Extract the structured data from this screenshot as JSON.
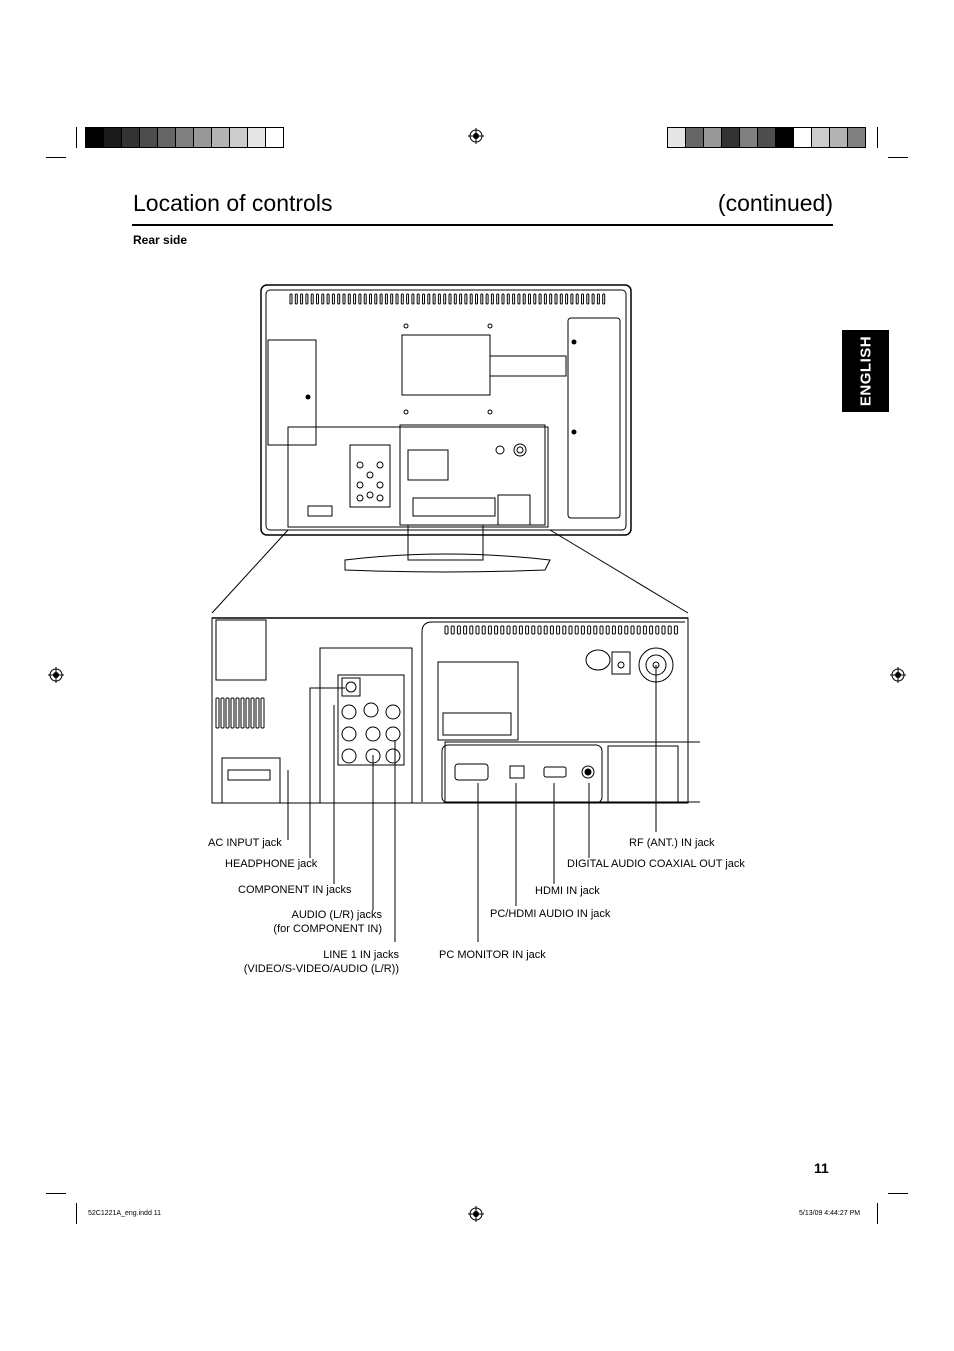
{
  "header": {
    "title": "Location of controls",
    "title_right": "(continued)",
    "section": "Rear side"
  },
  "side_tab": "ENGLISH",
  "labels": {
    "ac_input": "AC INPUT jack",
    "headphone": "HEADPHONE jack",
    "component_in": "COMPONENT IN jacks",
    "audio_lr_1": "AUDIO (L/R) jacks",
    "audio_lr_2": "(for COMPONENT IN)",
    "line1_1": "LINE 1 IN jacks",
    "line1_2": "(VIDEO/S-VIDEO/AUDIO (L/R))",
    "rf_ant": "RF (ANT.) IN jack",
    "digital_audio": "DIGITAL AUDIO COAXIAL OUT jack",
    "hdmi_in": "HDMI IN jack",
    "pc_hdmi_audio": "PC/HDMI AUDIO IN jack",
    "pc_monitor": "PC MONITOR IN jack"
  },
  "page_number": "11",
  "footer": {
    "file": "52C1221A_eng.indd   11",
    "timestamp": "5/13/09   4:44:27 PM"
  },
  "registration": {
    "left_bar_colors": [
      "#000000",
      "#1a1a1a",
      "#333333",
      "#4d4d4d",
      "#666666",
      "#808080",
      "#999999",
      "#b3b3b3",
      "#cccccc",
      "#e6e6e6",
      "#ffffff"
    ],
    "right_bar_colors": [
      "#e6e6e6",
      "#666666",
      "#999999",
      "#333333",
      "#808080",
      "#4d4d4d",
      "#000000",
      "#ffffff",
      "#cccccc",
      "#b3b3b3",
      "#808080"
    ]
  }
}
